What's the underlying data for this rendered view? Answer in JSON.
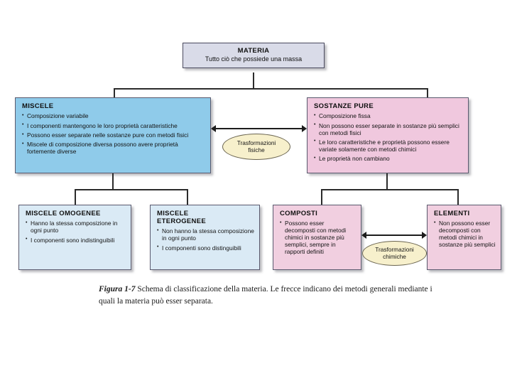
{
  "figure": {
    "root": {
      "title": "MATERIA",
      "subtitle": "Tutto ciò che possiede una massa"
    },
    "level2": [
      {
        "id": "miscele",
        "title": "MISCELE",
        "color": "#8fcbea",
        "bullets": [
          "Composizione variabile",
          "I componenti mantengono le loro proprietà caratteristiche",
          "Possono esser separate nelle sostanze pure con metodi fisici",
          "Miscele di composizione diversa possono avere proprietà fortemente diverse"
        ]
      },
      {
        "id": "sostanze-pure",
        "title": "SOSTANZE PURE",
        "color": "#f0c8de",
        "bullets": [
          "Composizione fissa",
          "Non possono esser separate in sostanze più semplici con metodi fisici",
          "Le loro caratteristiche e proprietà possono essere variate solamente con metodi chimici",
          "Le proprietà non cambiano"
        ]
      }
    ],
    "level3": [
      {
        "id": "miscele-omogenee",
        "title": "MISCELE OMOGENEE",
        "color": "#daeaf5",
        "bullets": [
          "Hanno la stessa composizione in ogni punto",
          "I componenti sono indistinguibili"
        ]
      },
      {
        "id": "miscele-eterogenee",
        "title": "MISCELE\nETEROGENEE",
        "color": "#daeaf5",
        "bullets": [
          "Non hanno la stessa composizione in ogni punto",
          "I componenti sono distinguibili"
        ]
      },
      {
        "id": "composti",
        "title": "COMPOSTI",
        "color": "#f1cfe0",
        "bullets": [
          "Possono esser decomposti con metodi chimici in sostanze più semplici, sempre in rapporti definiti"
        ]
      },
      {
        "id": "elementi",
        "title": "ELEMENTI",
        "color": "#f1cfe0",
        "bullets": [
          "Non possono esser decomposti con metodi chimici in sostanze più semplici"
        ]
      }
    ],
    "transformations": [
      {
        "id": "trasformazioni-fisiche",
        "label": "Trasformazioni\nfisiche",
        "color": "#f7f0cc"
      },
      {
        "id": "trasformazioni-chimiche",
        "label": "Trasformazioni\nchimiche",
        "color": "#f7f0cc"
      }
    ],
    "caption": {
      "figure_number": "Figura 1-7",
      "text": "Schema di classificazione della materia. Le frecce indicano dei metodi generali mediante i quali la materia può esser separata."
    }
  }
}
